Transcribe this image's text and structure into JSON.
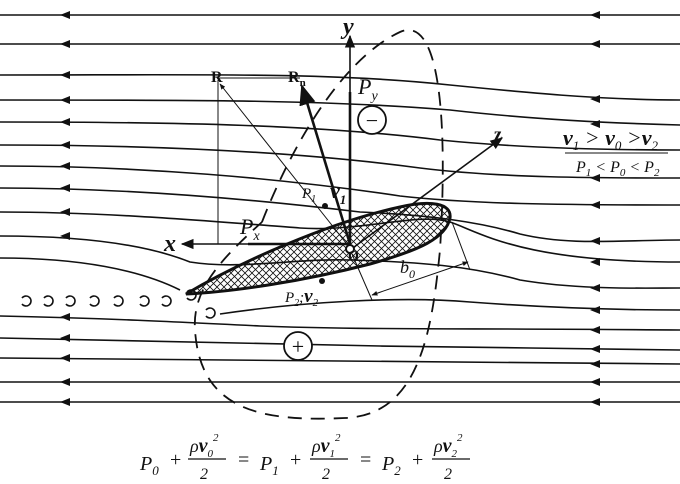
{
  "labels": {
    "y_axis": "y",
    "x_axis": "x",
    "z_axis": "z",
    "origin": "O",
    "R": "R",
    "Rn_main": "R",
    "Rn_sub": "n",
    "Py_main": "P",
    "Py_sub": "y",
    "Px_main": "P",
    "Px_sub": "x",
    "minus": "−",
    "plus": "+",
    "p1_main": "P",
    "p1_sub": "1",
    "v1_main": "v",
    "v1_sub": "1",
    "p2v2": "P",
    "p2v2_sub": "2",
    "p2v2_sep": ";",
    "v2_main": "v",
    "v2_sub": "2",
    "b0_main": "b",
    "b0_sub": "0"
  },
  "relations": {
    "velocity": [
      "v",
      "1",
      " > ",
      "v",
      "0",
      " >",
      "v",
      "2"
    ],
    "pressure": [
      "P",
      "1",
      " < ",
      "P",
      "0",
      " < ",
      "P",
      "2"
    ]
  },
  "equation": {
    "p0": "P",
    "p0_sub": "0",
    "plus1": "+",
    "rho1": "ρ",
    "v0": "v",
    "v0_sub": "0",
    "sq1": "2",
    "den1": "2",
    "eq1": "=",
    "p1": "P",
    "p1_sub": "1",
    "plus2": "+",
    "rho2": "ρ",
    "v1": "v",
    "v1_sub": "1",
    "sq2": "2",
    "den2": "2",
    "eq2": "=",
    "p2": "P",
    "p2_sub": "2",
    "plus3": "+",
    "rho3": "ρ",
    "v2": "v",
    "v2_sub": "2",
    "sq3": "2",
    "den3": "2"
  }
}
